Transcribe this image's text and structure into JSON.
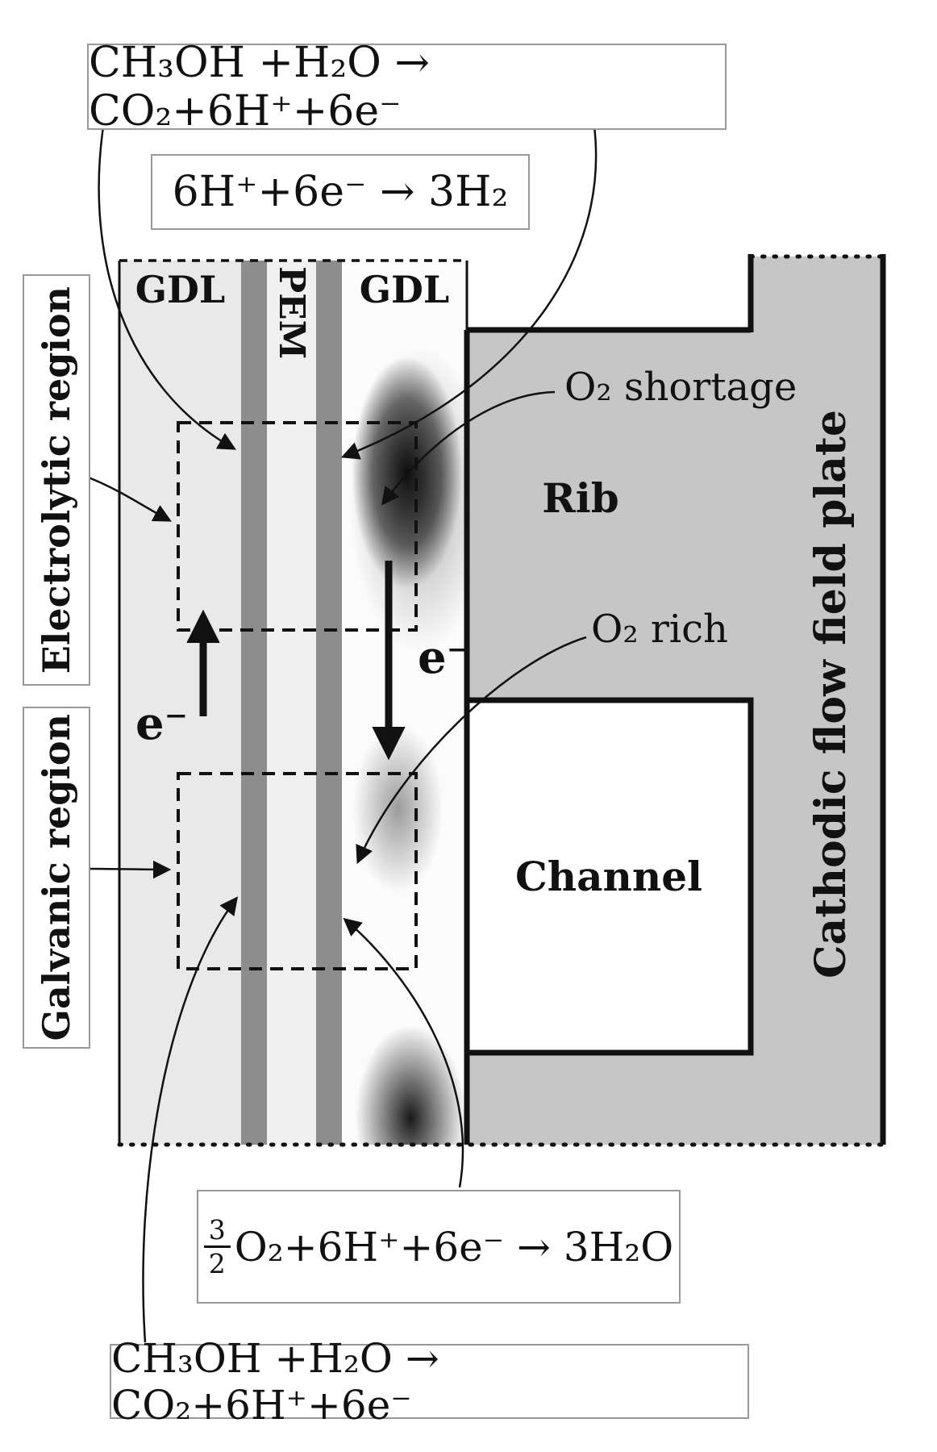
{
  "equations": {
    "anode_electrolytic": "CH₃OH +H₂O → CO₂+6H⁺+6e⁻",
    "cathode_electrolytic": "6H⁺+6e⁻ → 3H₂",
    "cathode_galvanic": {
      "numerator": "3",
      "denominator": "2",
      "body": "O₂+6H⁺+6e⁻ → 3H₂O"
    },
    "anode_galvanic": "CH₃OH +H₂O → CO₂+6H⁺+6e⁻"
  },
  "layers": {
    "gdl_left": "GDL",
    "pem": "PEM",
    "gdl_right": "GDL"
  },
  "regions": {
    "electrolytic": "Electrolytic region",
    "galvanic": "Galvanic region"
  },
  "plate": {
    "name": "Cathodic flow field plate",
    "rib": "Rib",
    "channel": "Channel"
  },
  "annotations": {
    "o2_shortage": "O₂ shortage",
    "o2_rich": "O₂ rich",
    "electron_anode": "e⁻",
    "electron_cathode": "e⁻"
  },
  "colors": {
    "gdl": "#e9e9e9",
    "pem": "#f0f0f0",
    "catalyst": "#8d8d8d",
    "plate": "#c6c6c6",
    "outline": "#111111"
  }
}
